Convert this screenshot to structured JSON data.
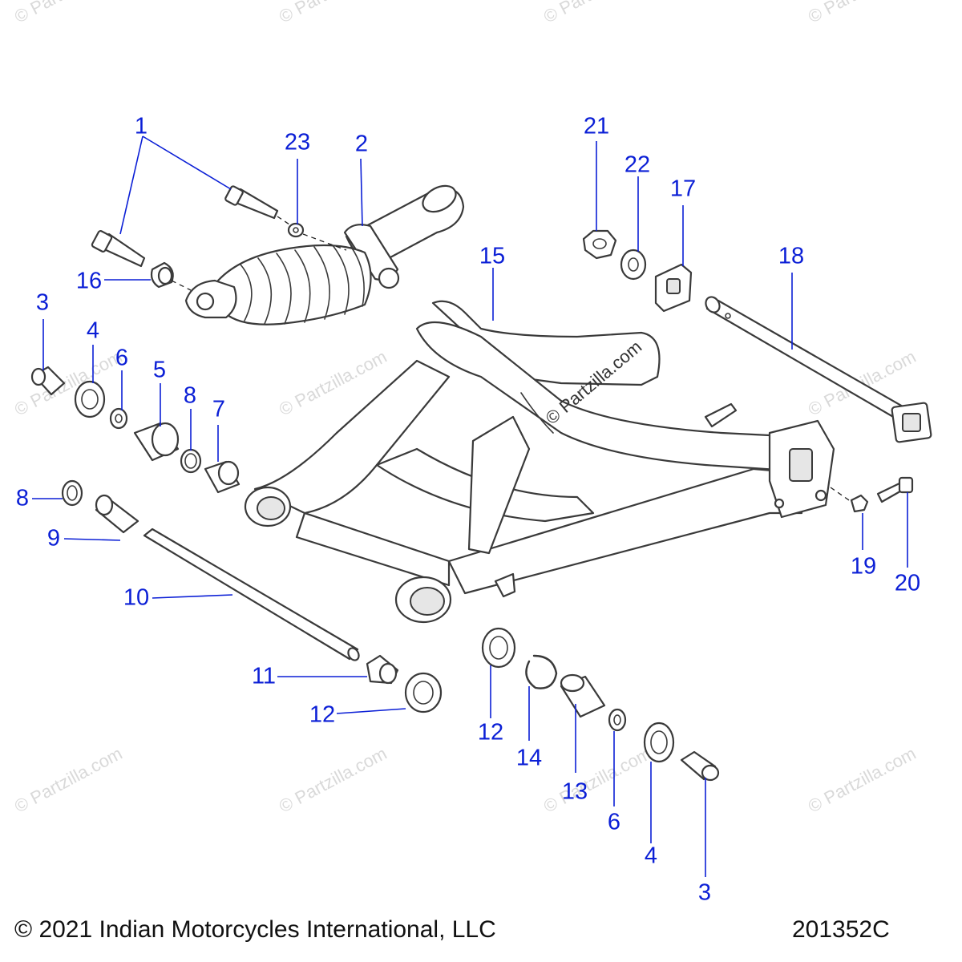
{
  "watermark": "© Partzilla.com",
  "colors": {
    "callout": "#0b1fd6",
    "line_art": "#3a3a3a",
    "background": "#ffffff",
    "watermark": "#d9d9d9"
  },
  "callouts": {
    "c1": "1",
    "c2": "2",
    "c3a": "3",
    "c3b": "3",
    "c4a": "4",
    "c4b": "4",
    "c5": "5",
    "c6a": "6",
    "c6b": "6",
    "c7": "7",
    "c8a": "8",
    "c8b": "8",
    "c9": "9",
    "c10": "10",
    "c11": "11",
    "c12a": "12",
    "c12b": "12",
    "c13": "13",
    "c14": "14",
    "c15": "15",
    "c16": "16",
    "c17": "17",
    "c18": "18",
    "c19": "19",
    "c20": "20",
    "c21": "21",
    "c22": "22",
    "c23": "23"
  },
  "footer": {
    "copyright": "© 2021 Indian Motorcycles International, LLC",
    "drawing_number": "201352C"
  }
}
